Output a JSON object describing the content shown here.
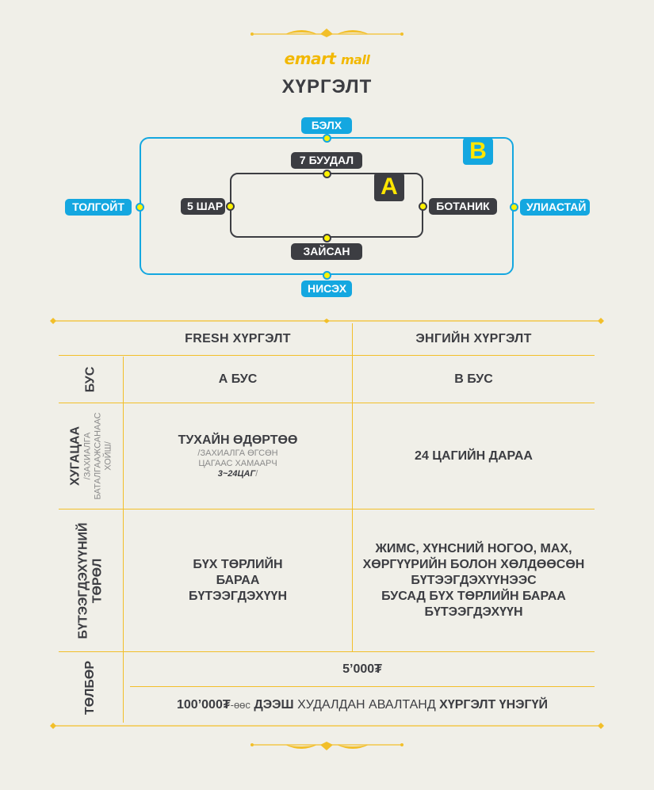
{
  "header": {
    "logo_e": "e",
    "logo_mart": "mart",
    "logo_mall": "mall",
    "title": "ХҮРГЭЛТ"
  },
  "colors": {
    "background": "#f0efe8",
    "route_b": "#14a7e0",
    "route_a": "#3c3d42",
    "accent_yellow": "#ffe600",
    "gold_line": "#f2bf2a"
  },
  "map": {
    "route_b_label": "B",
    "route_a_label": "A",
    "stops_b": {
      "top": "БЭЛХ",
      "bottom": "НИСЭХ",
      "left": "ТОЛГОЙТ",
      "right": "УЛИАСТАЙ"
    },
    "stops_a": {
      "top": "7 БУУДАЛ",
      "bottom": "ЗАЙСАН",
      "left": "5 ШАР",
      "right": "БОТАНИК"
    }
  },
  "table": {
    "columns": [
      "FRESH ХҮРГЭЛТ",
      "ЭНГИЙН ХҮРГЭЛТ"
    ],
    "rows": {
      "bus": {
        "label": "БУС",
        "fresh": "А БУС",
        "regular": "В БУС"
      },
      "period": {
        "label": "ХУГАЦАА",
        "label_sub_1": "/ЗАХИАЛГА",
        "label_sub_2": "БАТАЛГААЖСАНААС",
        "label_sub_3": "ХОЙШ/",
        "fresh_main": "ТУХАЙН ӨДӨРТӨӨ",
        "fresh_sub_1": "/ЗАХИАЛГА ӨГСӨН",
        "fresh_sub_2": "ЦАГААС ХАМААРЧ",
        "fresh_sub_3_em": "3~24ЦАГ",
        "fresh_sub_3_end": "/",
        "regular": "24 ЦАГИЙН ДАРАА"
      },
      "products": {
        "label_1": "БҮТЭЭГДЭХҮҮНИЙ",
        "label_2": "ТӨРӨЛ",
        "fresh_1": "БҮХ ТӨРЛИЙН",
        "fresh_2": "БАРАА",
        "fresh_3": "БҮТЭЭГДЭХҮҮН",
        "regular_1": "ЖИМС, ХҮНСНИЙ НОГОО, МАХ,",
        "regular_2": "ХӨРГҮҮРИЙН БОЛОН ХӨЛДӨӨСӨН",
        "regular_3": "БҮТЭЭГДЭХҮҮНЭЭС",
        "regular_4": "БУСАД БҮХ ТӨРЛИЙН БАРАА",
        "regular_5": "БҮТЭЭГДЭХҮҮН"
      },
      "fee": {
        "label": "ТӨЛБӨР",
        "price": "5’000₮",
        "free_amount": "100’000₮",
        "free_suffix": "-өөс",
        "free_over": "ДЭЭШ",
        "free_mid": "ХУДАЛДАН АВАЛТАНД",
        "free_end": "ХҮРГЭЛТ ҮНЭГҮЙ"
      }
    }
  }
}
